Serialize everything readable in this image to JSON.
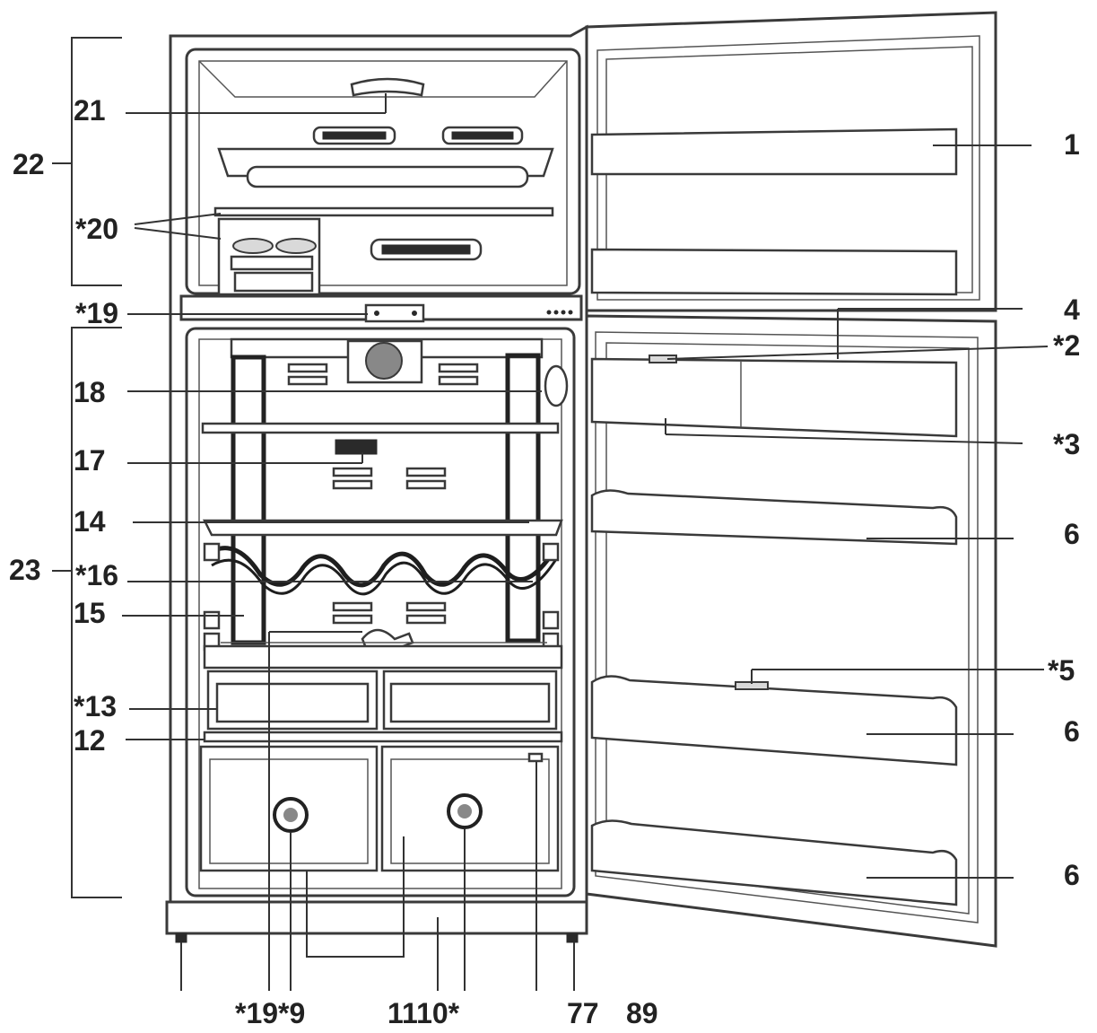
{
  "diagram": {
    "labels": {
      "l1": "1",
      "l2": "*2",
      "l3": "*3",
      "l4": "4",
      "l5": "*5",
      "l6a": "6",
      "l6b": "6",
      "l6c": "6",
      "l12": "12",
      "l13": "*13",
      "l14": "14",
      "l15": "15",
      "l16": "*16",
      "l17": "17",
      "l18": "18",
      "l19a": "*19",
      "l20": "*20",
      "l21": "21",
      "l22": "22",
      "l23": "23",
      "bottom_a": "*19*9",
      "bottom_b": "1110*",
      "bottom_c": "77",
      "bottom_d": "89"
    }
  }
}
